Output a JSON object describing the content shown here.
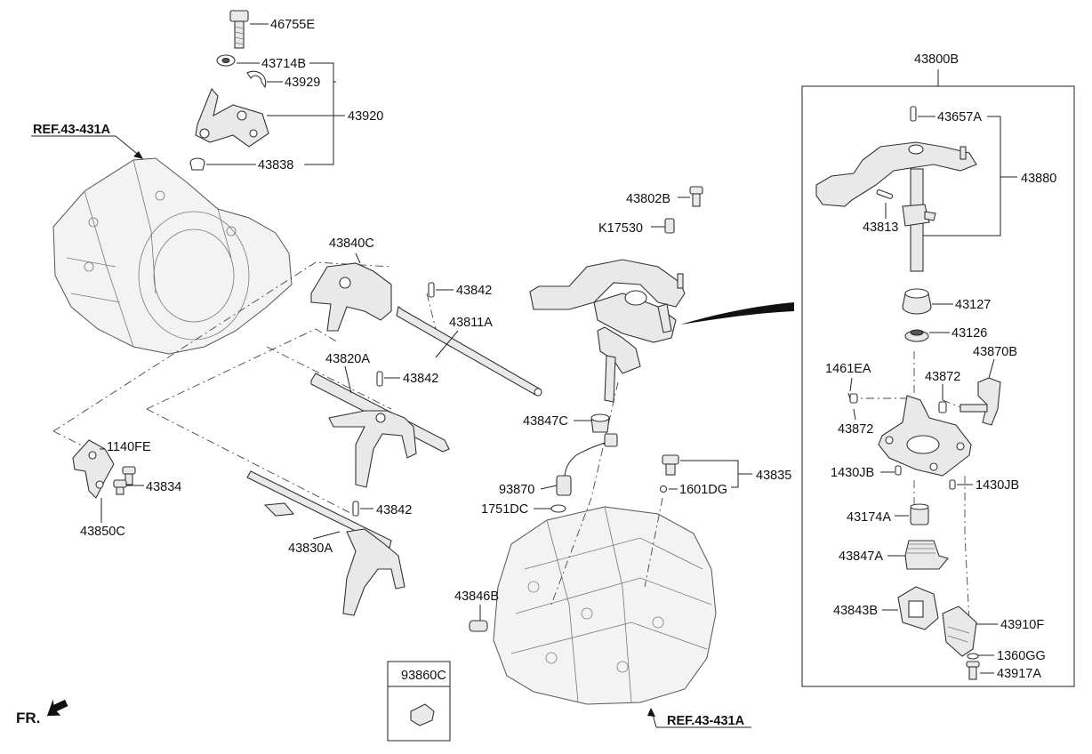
{
  "labels": {
    "p46755E": "46755E",
    "p43714B": "43714B",
    "p43929": "43929",
    "p43920": "43920",
    "p43838": "43838",
    "ref_left": "REF.43-431A",
    "ref_bottom": "REF.43-431A",
    "p43840C": "43840C",
    "p43842_a": "43842",
    "p43811A": "43811A",
    "p43820A": "43820A",
    "p43842_b": "43842",
    "p43842_c": "43842",
    "p43830A": "43830A",
    "p1140FE": "1140FE",
    "p43834": "43834",
    "p43850C": "43850C",
    "p43802B": "43802B",
    "pK17530": "K17530",
    "p43847C": "43847C",
    "p93870": "93870",
    "p1751DC": "1751DC",
    "p43835": "43835",
    "p1601DG": "1601DG",
    "p43846B": "43846B",
    "p93860C": "93860C",
    "p43800B": "43800B",
    "p43657A": "43657A",
    "p43880": "43880",
    "p43813": "43813",
    "p43127": "43127",
    "p43126": "43126",
    "p1461EA": "1461EA",
    "p43872_a": "43872",
    "p43870B": "43870B",
    "p43872_b": "43872",
    "p1430JB_a": "1430JB",
    "p1430JB_b": "1430JB",
    "p43174A": "43174A",
    "p43847A": "43847A",
    "p43843B": "43843B",
    "p43910F": "43910F",
    "p1360GG": "1360GG",
    "p43917A": "43917A",
    "fr": "FR."
  }
}
